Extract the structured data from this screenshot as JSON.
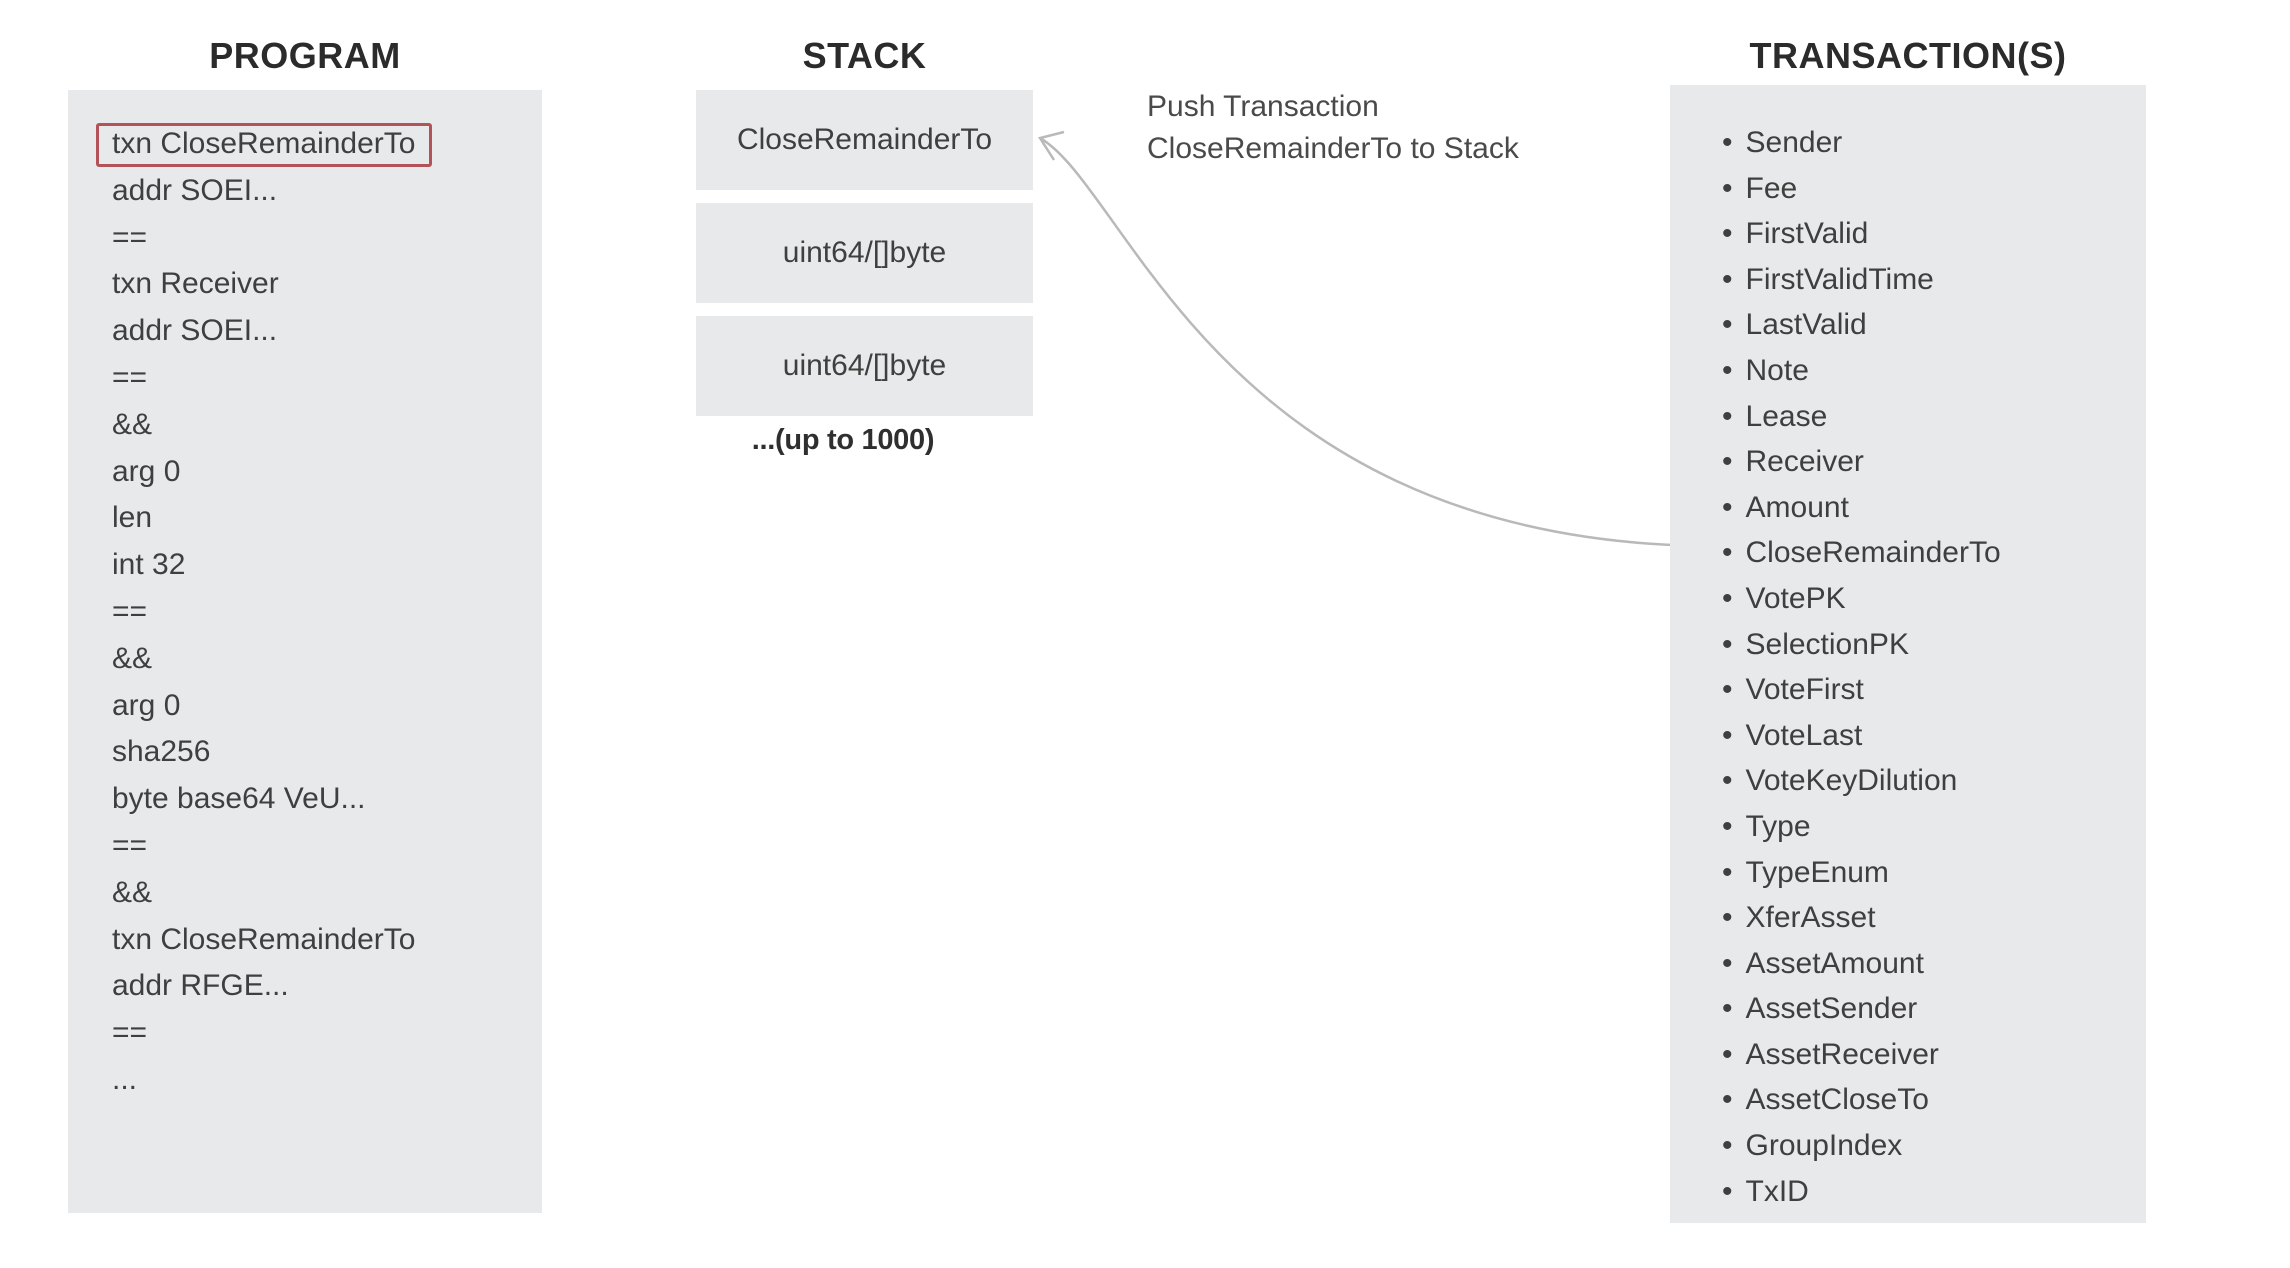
{
  "program": {
    "title": "PROGRAM",
    "lines": [
      "txn CloseRemainderTo",
      "addr SOEI...",
      "==",
      "txn Receiver",
      "addr SOEI...",
      "==",
      "&&",
      "arg 0",
      "len",
      "int 32",
      "==",
      "&&",
      "arg 0",
      "sha256",
      "byte base64 VeU...",
      "==",
      "&&",
      "txn CloseRemainderTo",
      "addr RFGE...",
      "==",
      "..."
    ],
    "highlighted_line": "txn CloseRemainderTo"
  },
  "stack": {
    "title": "STACK",
    "boxes": [
      "CloseRemainderTo",
      "uint64/[]byte",
      "uint64/[]byte"
    ],
    "capacity_note": "...(up to 1000)"
  },
  "annotation": {
    "line1": "Push Transaction",
    "line2": "CloseRemainderTo to Stack"
  },
  "transactions": {
    "title": "TRANSACTION(S)",
    "fields": [
      "Sender",
      "Fee",
      "FirstValid",
      "FirstValidTime",
      "LastValid",
      "Note",
      "Lease",
      "Receiver",
      "Amount",
      "CloseRemainderTo",
      "VotePK",
      "SelectionPK",
      "VoteFirst",
      "VoteLast",
      "VoteKeyDilution",
      "Type",
      "TypeEnum",
      "XferAsset",
      "AssetAmount",
      "AssetSender",
      "AssetReceiver",
      "AssetCloseTo",
      "GroupIndex",
      "TxID"
    ]
  },
  "colors": {
    "panel_bg": "#e8e9eb",
    "text": "#3f3f3f",
    "title": "#2b2b2b",
    "note": "#2f2f2f",
    "annotation": "#4a4a4a",
    "highlight_border": "#b4525a",
    "arrow": "#b9b9b9"
  }
}
